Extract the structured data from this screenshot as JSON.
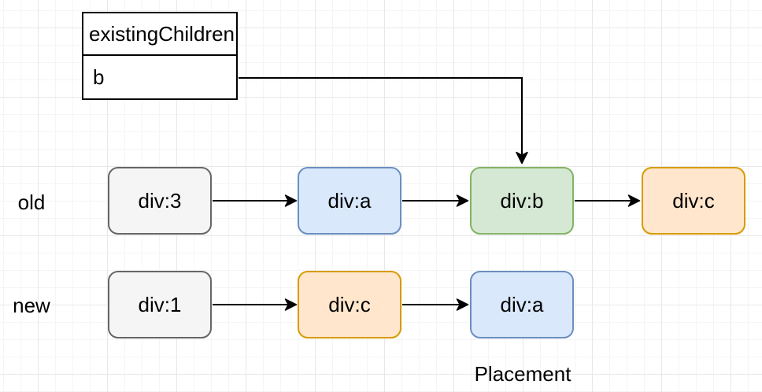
{
  "map_table": {
    "header": "existingChildren",
    "entries": [
      "b"
    ]
  },
  "lists": [
    {
      "label": "old",
      "nodes": [
        {
          "label": "div:3",
          "variant": "gray"
        },
        {
          "label": "div:a",
          "variant": "blue"
        },
        {
          "label": "div:b",
          "variant": "green"
        },
        {
          "label": "div:c",
          "variant": "orange"
        }
      ]
    },
    {
      "label": "new",
      "nodes": [
        {
          "label": "div:1",
          "variant": "gray"
        },
        {
          "label": "div:c",
          "variant": "orange"
        },
        {
          "label": "div:a",
          "variant": "blue"
        }
      ]
    }
  ],
  "annotation": {
    "label": "Placement"
  },
  "colors": {
    "arrow": "#000000",
    "grid_major": "#e8e8e8",
    "grid_minor": "#f5f5f5",
    "gray_fill": "#f5f5f5",
    "gray_stroke": "#666666",
    "blue_fill": "#dae8fc",
    "blue_stroke": "#6c8ebf",
    "green_fill": "#d5e8d4",
    "green_stroke": "#82b366",
    "orange_fill": "#ffe6cc",
    "orange_stroke": "#d79b00"
  }
}
